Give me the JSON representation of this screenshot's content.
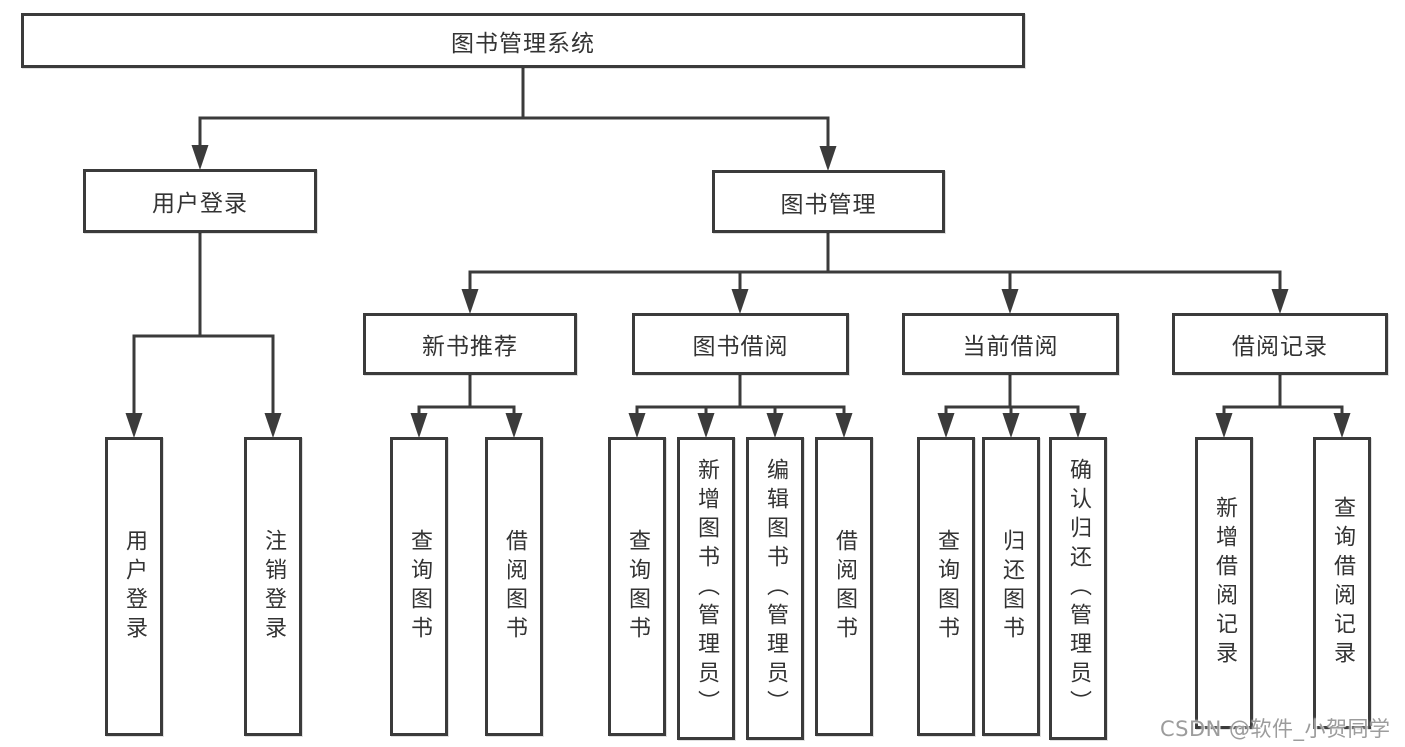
{
  "watermark": "CSDN @软件_小贺同学",
  "colors": {
    "line": "#3b3b3b",
    "box_border": "#3b3b3b",
    "box_background": "#ffffff",
    "text": "#333333",
    "watermark_text": "#9c9c9c"
  },
  "tree": {
    "root": "图书管理系统",
    "user_login": {
      "label": "用户登录",
      "children": [
        "用户登录",
        "注销登录"
      ]
    },
    "book_mgmt": {
      "label": "图书管理",
      "children": [
        {
          "label": "新书推荐",
          "children": [
            "查询图书",
            "借阅图书"
          ]
        },
        {
          "label": "图书借阅",
          "children": [
            "查询图书",
            "新增图书（管理员）",
            "编辑图书（管理员）",
            "借阅图书"
          ]
        },
        {
          "label": "当前借阅",
          "children": [
            "查询图书",
            "归还图书",
            "确认归还（管理员）"
          ]
        },
        {
          "label": "借阅记录",
          "children": [
            "新增借阅记录",
            "查询借阅记录"
          ]
        }
      ]
    }
  }
}
